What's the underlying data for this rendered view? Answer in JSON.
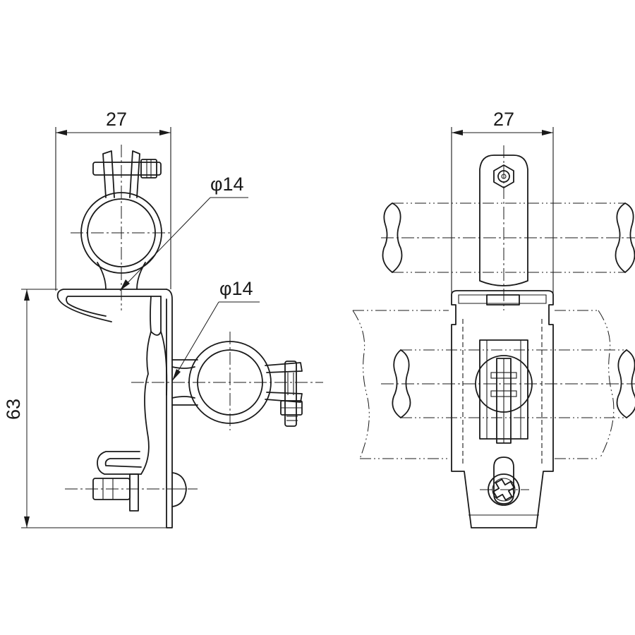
{
  "dimensions": {
    "side_width": "27",
    "front_width": "27",
    "diameter_upper": "φ14",
    "diameter_lower": "φ14",
    "height": "63"
  }
}
